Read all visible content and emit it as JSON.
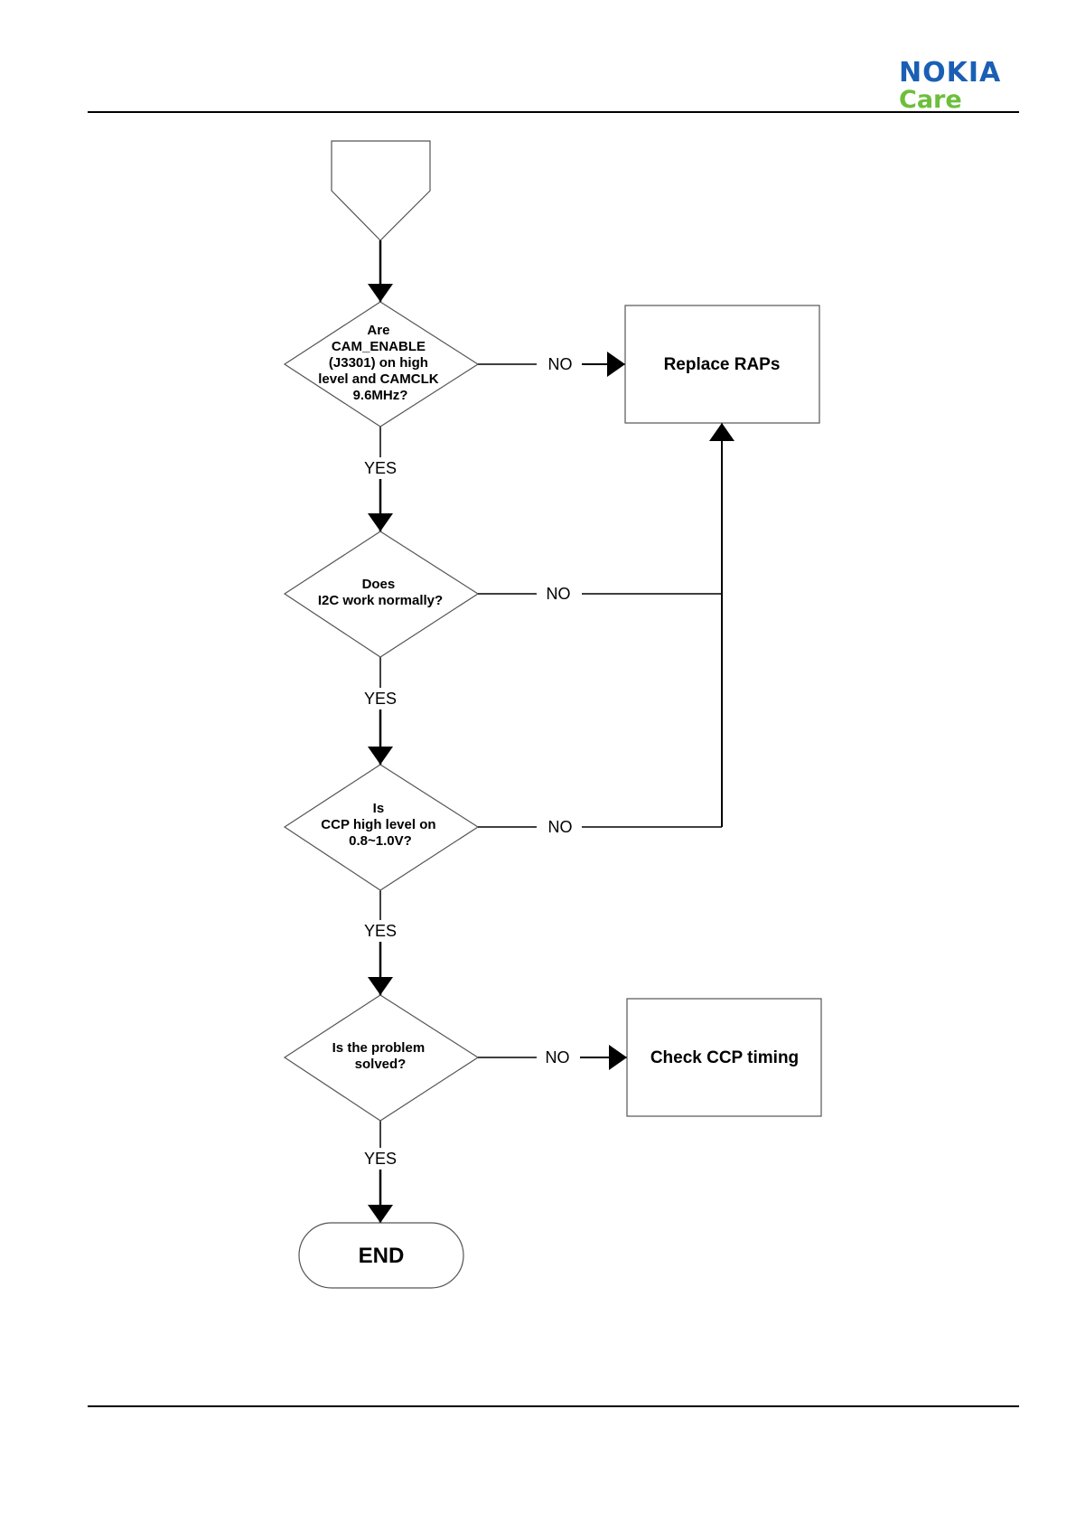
{
  "header": {
    "logo_brand": "NOKIA",
    "logo_sub": "Care",
    "brand_color": "#1a5fb4",
    "sub_color": "#6cbf3b"
  },
  "flowchart": {
    "decisions": [
      {
        "lines": [
          "Are",
          "CAM_ENABLE",
          "(J3301) on high",
          "level and CAMCLK",
          "9.6MHz?"
        ],
        "no_label": "NO",
        "yes_label": "YES"
      },
      {
        "lines": [
          "Does",
          "I2C work normally?"
        ],
        "no_label": "NO",
        "yes_label": "YES"
      },
      {
        "lines": [
          "Is",
          "CCP high level on",
          "0.8~1.0V?"
        ],
        "no_label": "NO",
        "yes_label": "YES"
      },
      {
        "lines": [
          "Is the problem",
          "solved?"
        ],
        "no_label": "NO",
        "yes_label": "YES"
      }
    ],
    "actions": {
      "replace_raps": "Replace RAPs",
      "check_ccp_timing": "Check CCP timing"
    },
    "terminal": "END"
  }
}
